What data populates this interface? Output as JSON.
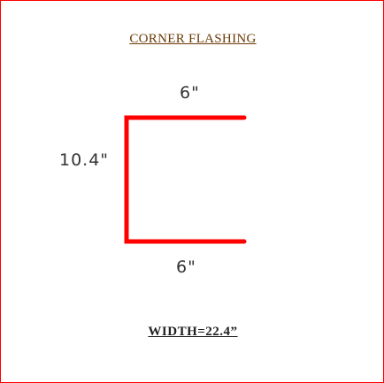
{
  "diagram": {
    "title": "CORNER FLASHING",
    "dimensions": {
      "top_leg": "6\"",
      "side": "10.4\"",
      "bottom_leg": "6\""
    },
    "width_label": "WIDTH=22.4”",
    "colors": {
      "border": "#ff0000",
      "profile_line": "#ff0000",
      "title_text": "#6b3a06",
      "dimension_text": "#333333"
    }
  }
}
